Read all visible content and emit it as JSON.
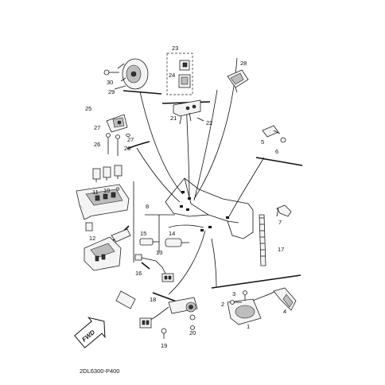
{
  "diagram": {
    "code": "2DL6300-P400",
    "direction_label": "FWD",
    "callouts": [
      "1",
      "2",
      "3",
      "4",
      "5",
      "6",
      "7",
      "8",
      "9",
      "10",
      "11",
      "12",
      "13",
      "14",
      "15",
      "16",
      "17",
      "18",
      "19",
      "20",
      "21",
      "22",
      "23",
      "24",
      "25",
      "26",
      "27",
      "28",
      "29",
      "30"
    ]
  }
}
